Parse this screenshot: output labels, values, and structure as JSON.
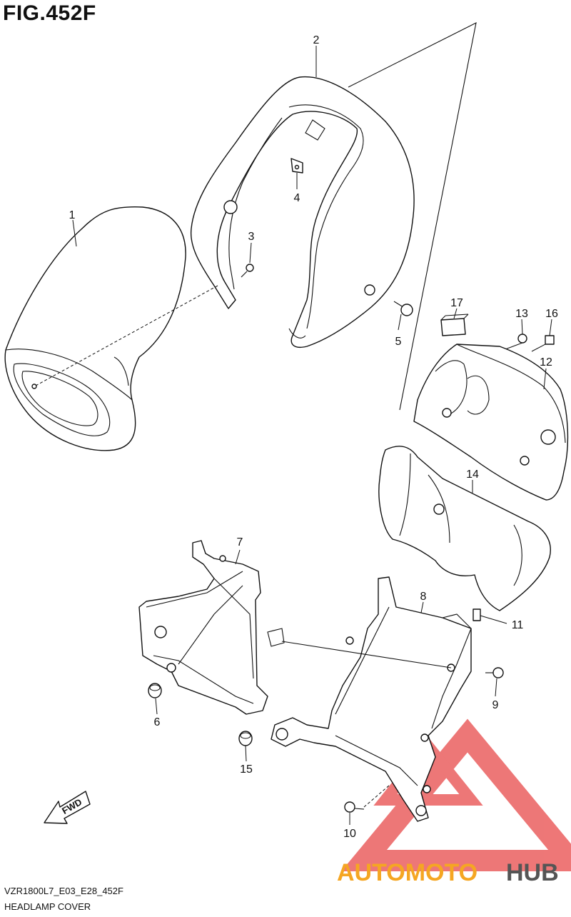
{
  "figure": {
    "title": "FIG.452F",
    "code": "VZR1800L7_E03_E28_452F",
    "caption": "HEADLAMP COVER"
  },
  "callouts": [
    {
      "id": "c1",
      "label": "1"
    },
    {
      "id": "c2",
      "label": "2"
    },
    {
      "id": "c3",
      "label": "3"
    },
    {
      "id": "c4",
      "label": "4"
    },
    {
      "id": "c5",
      "label": "5"
    },
    {
      "id": "c6",
      "label": "6"
    },
    {
      "id": "c7",
      "label": "7"
    },
    {
      "id": "c8",
      "label": "8"
    },
    {
      "id": "c9",
      "label": "9"
    },
    {
      "id": "c10",
      "label": "10"
    },
    {
      "id": "c11",
      "label": "11"
    },
    {
      "id": "c12",
      "label": "12"
    },
    {
      "id": "c13",
      "label": "13"
    },
    {
      "id": "c14",
      "label": "14"
    },
    {
      "id": "c15",
      "label": "15"
    },
    {
      "id": "c16",
      "label": "16"
    },
    {
      "id": "c17",
      "label": "17"
    }
  ],
  "fwd_arrow": {
    "label": "FWD"
  },
  "watermark": {
    "part1": "AUTOMOTO",
    "part2": "HUB",
    "color_primary": "#f5a623",
    "color_secondary": "#555555",
    "triangle_color": "#e84a4a"
  }
}
